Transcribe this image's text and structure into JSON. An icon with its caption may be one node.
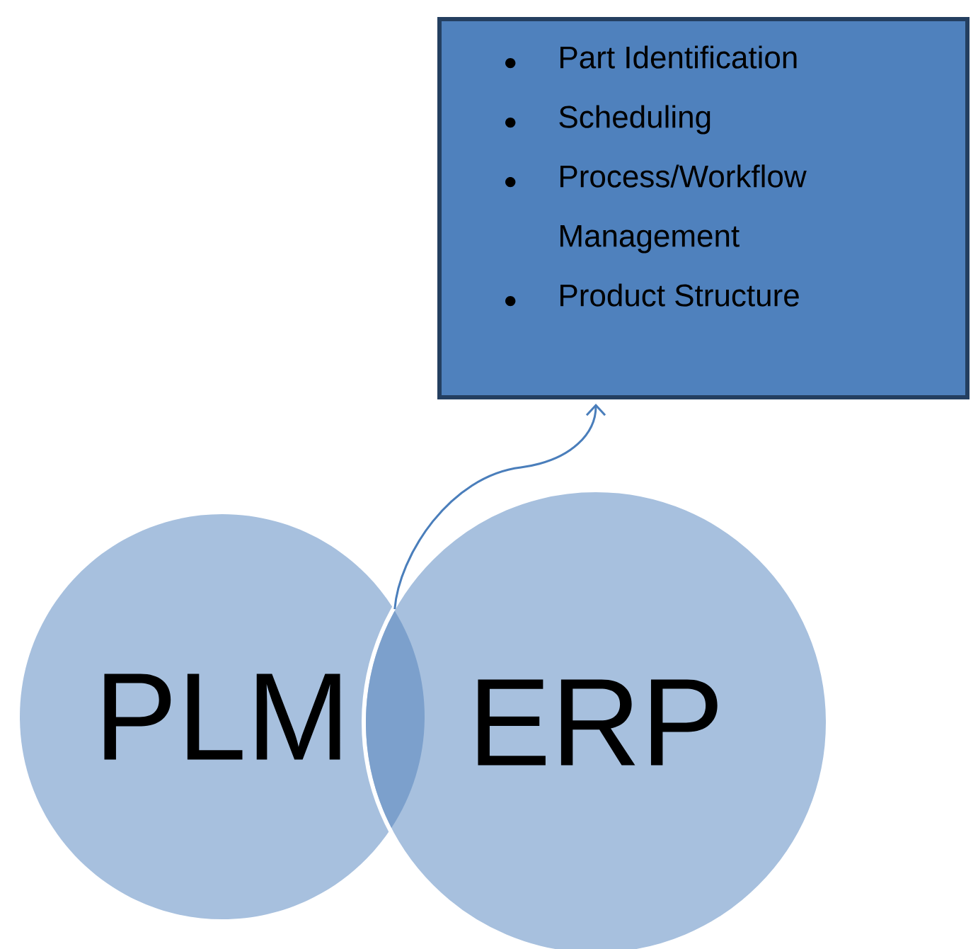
{
  "diagram": {
    "nodes": [
      {
        "text": [
          "Part Identification",
          "Scheduling",
          "Process/Workflow Management",
          "Product Structure"
        ]
      },
      {
        "text": [
          "PLM"
        ]
      },
      {
        "text": [
          "ERP"
        ]
      },
      {
        "text": [],
        "shape": "lens"
      }
    ],
    "edges": [
      {
        "from": 3,
        "to": 0,
        "arrow": "to"
      }
    ]
  }
}
